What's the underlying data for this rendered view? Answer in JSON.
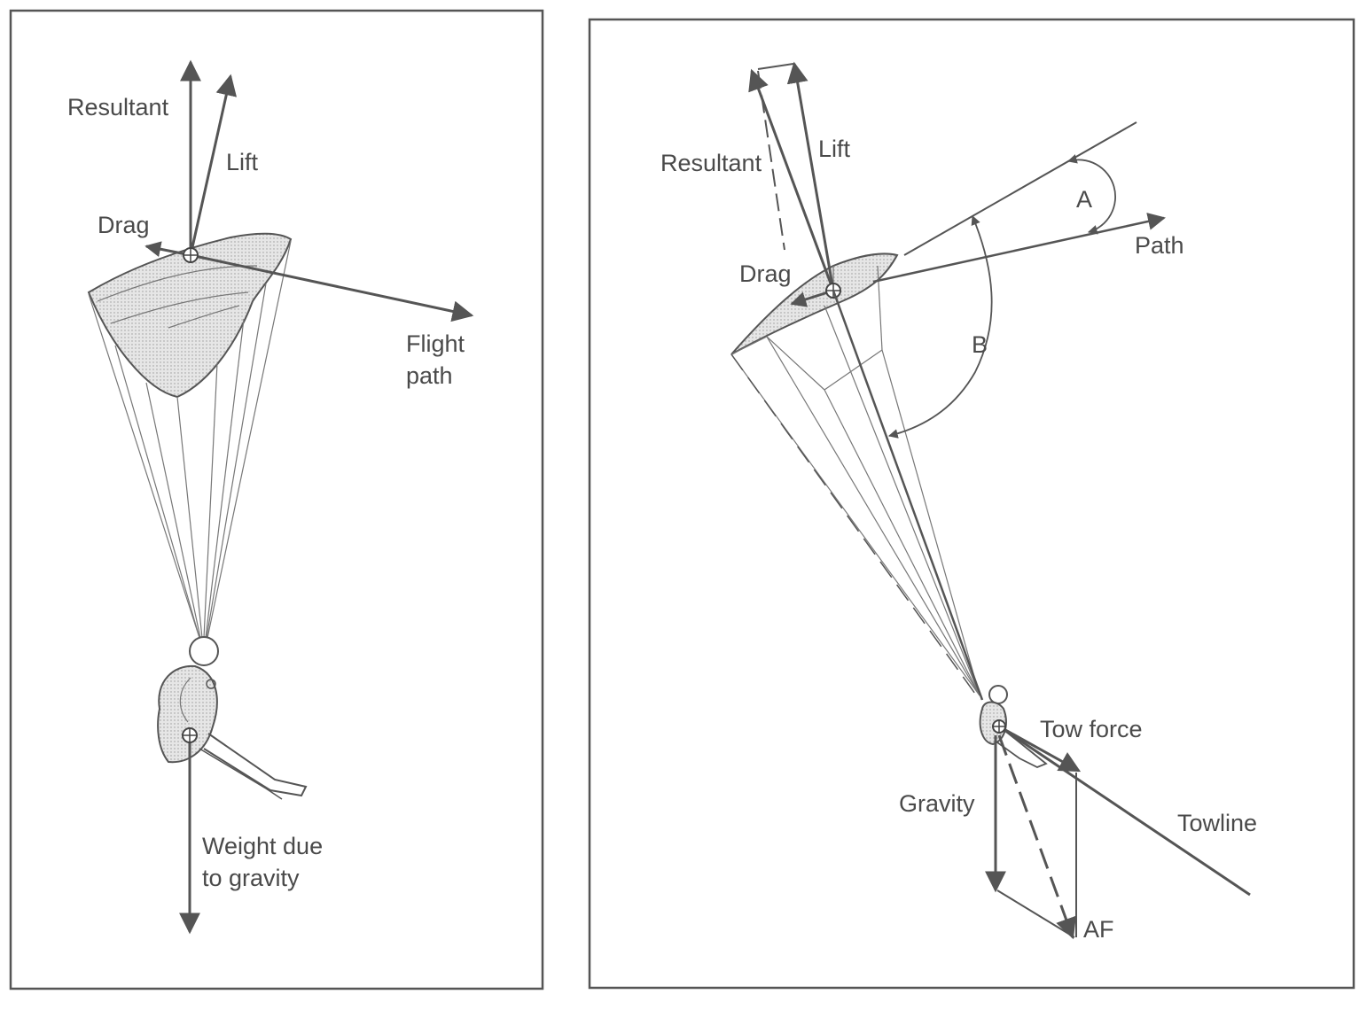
{
  "left_panel": {
    "labels": {
      "resultant": "Resultant",
      "lift": "Lift",
      "drag": "Drag",
      "flight_path_line1": "Flight",
      "flight_path_line2": "path",
      "weight_line1": "Weight due",
      "weight_line2": "to gravity"
    }
  },
  "right_panel": {
    "labels": {
      "resultant": "Resultant",
      "lift": "Lift",
      "drag": "Drag",
      "path": "Path",
      "angle_a": "A",
      "angle_b": "B",
      "tow_force": "Tow force",
      "gravity": "Gravity",
      "towline": "Towline",
      "af": "AF"
    }
  },
  "colors": {
    "ink": "#4a4a4a",
    "canopy_fill": "#d9d9d9"
  }
}
